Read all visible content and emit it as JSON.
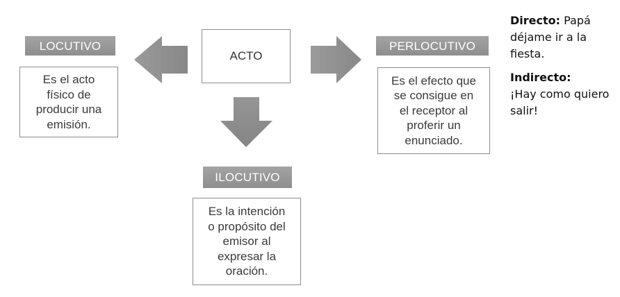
{
  "center": {
    "title": "ACTO"
  },
  "locutivo": {
    "label": "LOCUTIVO",
    "text": "Es el acto\nfísico de\nproducir una\nemisión."
  },
  "perlocutivo": {
    "label": "PERLOCUTIVO",
    "text": "Es el efecto que\nse consigue en\nel receptor al\nproferir un\nenunciado."
  },
  "ilocutivo": {
    "label": "ILOCUTIVO",
    "text": "Es la intención\no propósito del\nemisor al\nexpresar la\noración."
  },
  "examples": {
    "direct_label": "Directo:",
    "direct_text": " Papá déjame ir a la fiesta.",
    "indirect_label": "Indirecto:",
    "indirect_text": "¡Hay como quiero salir!"
  },
  "colors": {
    "arrow": "#8f8f8f",
    "label_bg": "#999999",
    "border": "#8c8c8c"
  }
}
